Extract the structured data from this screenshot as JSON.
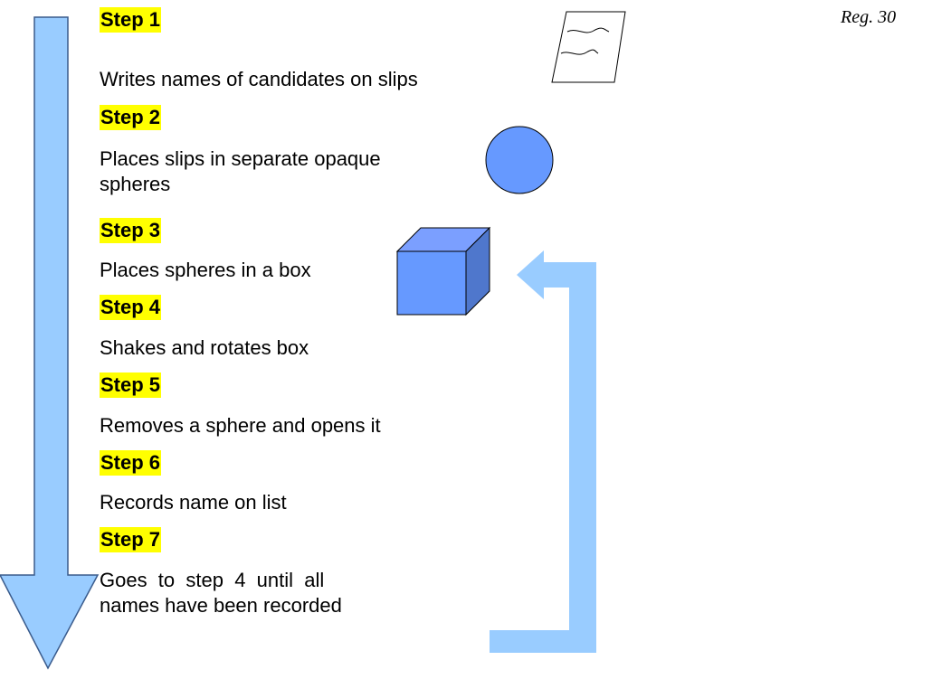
{
  "reference": "Reg. 30",
  "steps": [
    {
      "title": "Step 1",
      "lines": [
        "Writes names of candidates  on slips"
      ]
    },
    {
      "title": "Step 2",
      "lines": [
        "Places slips in separate opaque",
        "spheres"
      ]
    },
    {
      "title": "Step 3",
      "lines": [
        "Places spheres in a box"
      ]
    },
    {
      "title": "Step 4",
      "lines": [
        "Shakes and rotates box"
      ]
    },
    {
      "title": "Step 5",
      "lines": [
        "Removes a sphere and opens it"
      ]
    },
    {
      "title": "Step 6",
      "lines": [
        "Records name on list"
      ]
    },
    {
      "title": "Step 7",
      "lines": [
        "Goes  to  step  4  until  all",
        "names have been recorded"
      ]
    }
  ],
  "colors": {
    "arrow": "#99ccff",
    "arrow_stroke": "#3a5b8c",
    "sphere": "#6699ff",
    "box_front": "#6699ff",
    "box_top": "#7b9fff",
    "box_side": "#4f77cc",
    "highlight": "#ffff00"
  },
  "icons": [
    "down-arrow",
    "paper-slip-icon",
    "sphere-icon",
    "box-icon",
    "loop-back-arrow"
  ]
}
